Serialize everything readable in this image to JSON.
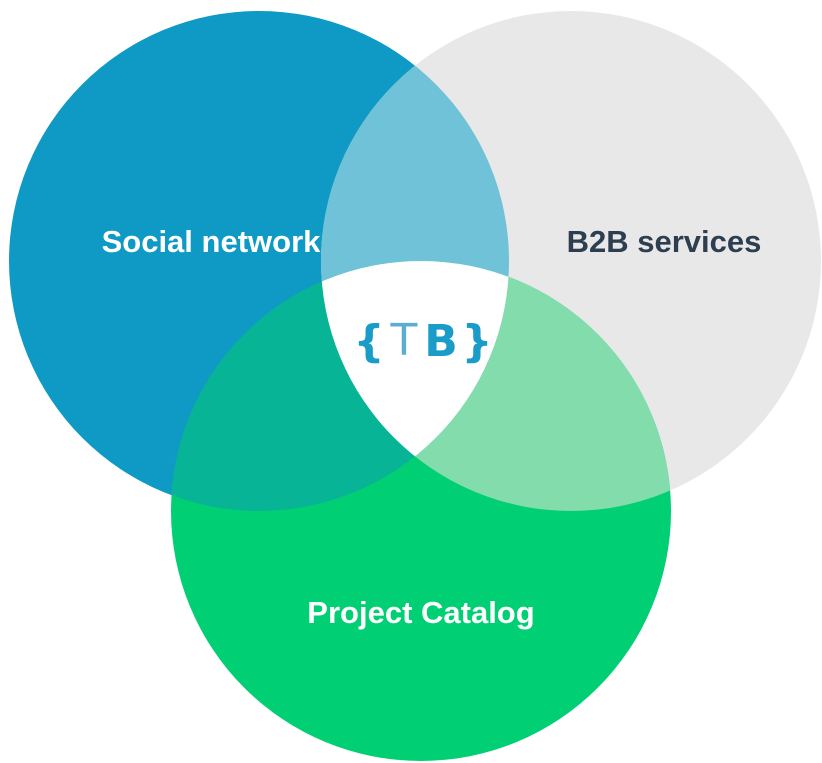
{
  "diagram": {
    "type": "venn",
    "sets": [
      {
        "id": "social",
        "label": "Social network",
        "color": "#0e9ac5",
        "label_color": "#ffffff"
      },
      {
        "id": "b2b",
        "label": "B2B services",
        "color": "#e8e8e8",
        "label_color": "#2d3e50"
      },
      {
        "id": "catalog",
        "label": "Project Catalog",
        "color": "#00d073",
        "label_color": "#ffffff"
      }
    ],
    "overlaps": {
      "social_b2b": "#6fc2d8",
      "social_catalog": "#08b496",
      "b2b_catalog": "#82dcac",
      "center": "#ffffff"
    },
    "logo": {
      "open_brace": "{",
      "letter_t": "T",
      "letter_b": "B",
      "close_brace": "}",
      "color": "#1a9cc8",
      "t_color": "#5aaed0"
    }
  }
}
